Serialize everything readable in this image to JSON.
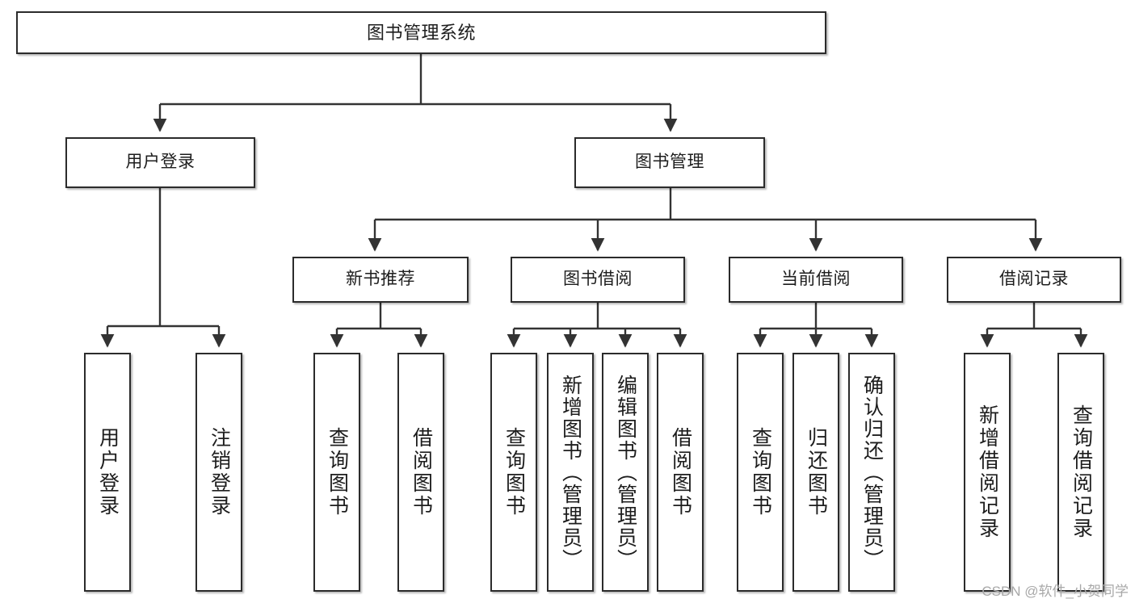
{
  "diagram": {
    "title": "图书管理系统",
    "type": "tree-hierarchy",
    "theme": {
      "background": "#ffffff",
      "node_fill": "#ffffff",
      "node_stroke": "#2b2b2b",
      "edge_stroke": "#333333",
      "text_color": "#1d1d1d",
      "watermark_color": "#a8a8a8"
    },
    "root": {
      "label": "图书管理系统"
    },
    "level2": [
      {
        "label": "用户登录"
      },
      {
        "label": "图书管理"
      }
    ],
    "level3": [
      {
        "label": "新书推荐"
      },
      {
        "label": "图书借阅"
      },
      {
        "label": "当前借阅"
      },
      {
        "label": "借阅记录"
      }
    ],
    "leaves": {
      "user_login": [
        {
          "label": "用户登录"
        },
        {
          "label": "注销登录"
        }
      ],
      "new_book_recommend": [
        {
          "label": "查询图书"
        },
        {
          "label": "借阅图书"
        }
      ],
      "book_borrow": [
        {
          "label": "查询图书"
        },
        {
          "label": "新增图书（管理员）"
        },
        {
          "label": "编辑图书（管理员）"
        },
        {
          "label": "借阅图书"
        }
      ],
      "current_borrow": [
        {
          "label": "查询图书"
        },
        {
          "label": "归还图书"
        },
        {
          "label": "确认归还（管理员）"
        }
      ],
      "borrow_record": [
        {
          "label": "新增借阅记录"
        },
        {
          "label": "查询借阅记录"
        }
      ]
    }
  },
  "watermark": {
    "text": "CSDN @软件_小贺同学"
  }
}
